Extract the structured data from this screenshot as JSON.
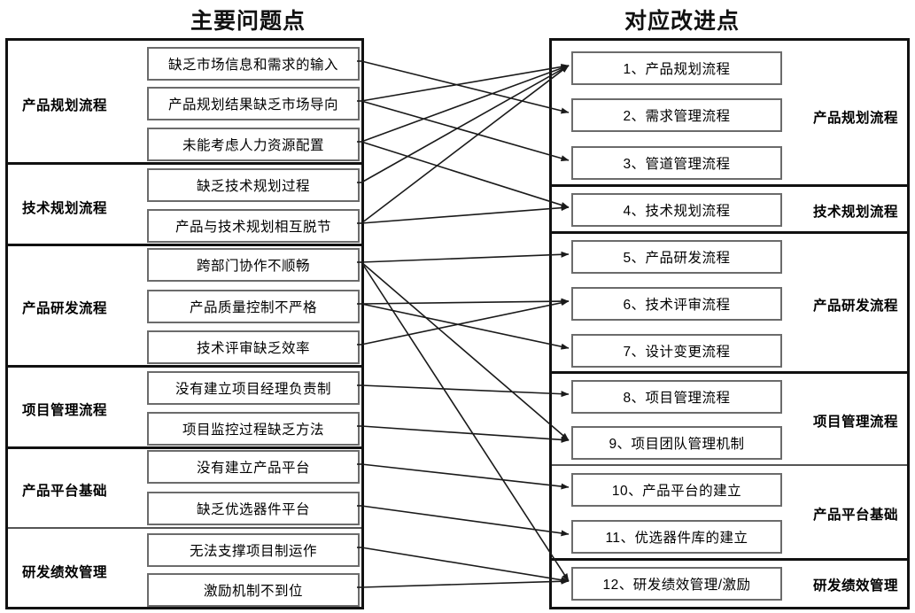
{
  "titles": {
    "left": "主要问题点",
    "right": "对应改进点"
  },
  "left_panel": {
    "groups": [
      {
        "label": "产品规划流程",
        "items": [
          {
            "id": "p1",
            "text": "缺乏市场信息和需求的输入"
          },
          {
            "id": "p2",
            "text": "产品规划结果缺乏市场导向"
          },
          {
            "id": "p3",
            "text": "未能考虑人力资源配置"
          }
        ]
      },
      {
        "label": "技术规划流程",
        "items": [
          {
            "id": "p4",
            "text": "缺乏技术规划过程"
          },
          {
            "id": "p5",
            "text": "产品与技术规划相互脱节"
          }
        ]
      },
      {
        "label": "产品研发流程",
        "items": [
          {
            "id": "p6",
            "text": "跨部门协作不顺畅"
          },
          {
            "id": "p7",
            "text": "产品质量控制不严格"
          },
          {
            "id": "p8",
            "text": "技术评审缺乏效率"
          }
        ]
      },
      {
        "label": "项目管理流程",
        "items": [
          {
            "id": "p9",
            "text": "没有建立项目经理负责制"
          },
          {
            "id": "p10",
            "text": "项目监控过程缺乏方法"
          }
        ]
      },
      {
        "label": "产品平台基础",
        "items": [
          {
            "id": "p11",
            "text": "没有建立产品平台"
          },
          {
            "id": "p12",
            "text": "缺乏优选器件平台"
          }
        ]
      },
      {
        "label": "研发绩效管理",
        "items": [
          {
            "id": "p13",
            "text": "无法支撑项目制运作"
          },
          {
            "id": "p14",
            "text": "激励机制不到位"
          }
        ]
      }
    ]
  },
  "right_panel": {
    "groups": [
      {
        "label": "产品规划流程",
        "items": [
          {
            "id": "s1",
            "text": "1、产品规划流程"
          },
          {
            "id": "s2",
            "text": "2、需求管理流程"
          },
          {
            "id": "s3",
            "text": "3、管道管理流程"
          }
        ]
      },
      {
        "label": "技术规划流程",
        "items": [
          {
            "id": "s4",
            "text": "4、技术规划流程"
          }
        ]
      },
      {
        "label": "产品研发流程",
        "items": [
          {
            "id": "s5",
            "text": "5、产品研发流程"
          },
          {
            "id": "s6",
            "text": "6、技术评审流程"
          },
          {
            "id": "s7",
            "text": "7、设计变更流程"
          }
        ]
      },
      {
        "label": "项目管理流程",
        "items": [
          {
            "id": "s8",
            "text": "8、项目管理流程"
          },
          {
            "id": "s9",
            "text": "9、项目团队管理机制"
          }
        ]
      },
      {
        "label": "产品平台基础",
        "items": [
          {
            "id": "s10",
            "text": "10、产品平台的建立"
          },
          {
            "id": "s11",
            "text": "11、优选器件库的建立"
          }
        ]
      },
      {
        "label": "研发绩效管理",
        "items": [
          {
            "id": "s12",
            "text": "12、研发绩效管理/激励"
          }
        ]
      }
    ]
  },
  "connections": [
    {
      "from": "p1",
      "to": "s2"
    },
    {
      "from": "p2",
      "to": "s1"
    },
    {
      "from": "p2",
      "to": "s3"
    },
    {
      "from": "p3",
      "to": "s1"
    },
    {
      "from": "p3",
      "to": "s4"
    },
    {
      "from": "p4",
      "to": "s1"
    },
    {
      "from": "p5",
      "to": "s1"
    },
    {
      "from": "p5",
      "to": "s4"
    },
    {
      "from": "p6",
      "to": "s5"
    },
    {
      "from": "p6",
      "to": "s9"
    },
    {
      "from": "p6",
      "to": "s12"
    },
    {
      "from": "p7",
      "to": "s6"
    },
    {
      "from": "p7",
      "to": "s7"
    },
    {
      "from": "p8",
      "to": "s6"
    },
    {
      "from": "p9",
      "to": "s8"
    },
    {
      "from": "p10",
      "to": "s9"
    },
    {
      "from": "p11",
      "to": "s10"
    },
    {
      "from": "p12",
      "to": "s11"
    },
    {
      "from": "p13",
      "to": "s12"
    },
    {
      "from": "p14",
      "to": "s12"
    }
  ],
  "colors": {
    "line": "#1a1a1a",
    "panel_border": "#111111",
    "item_border": "#6b6b6b",
    "background": "#ffffff"
  },
  "chart_data": {
    "type": "diagram",
    "title": "主要问题点 → 对应改进点",
    "note": "双栏映射图：左侧为按流程分组的问题点，右侧为编号的改进点，箭头表示对应关系。"
  }
}
